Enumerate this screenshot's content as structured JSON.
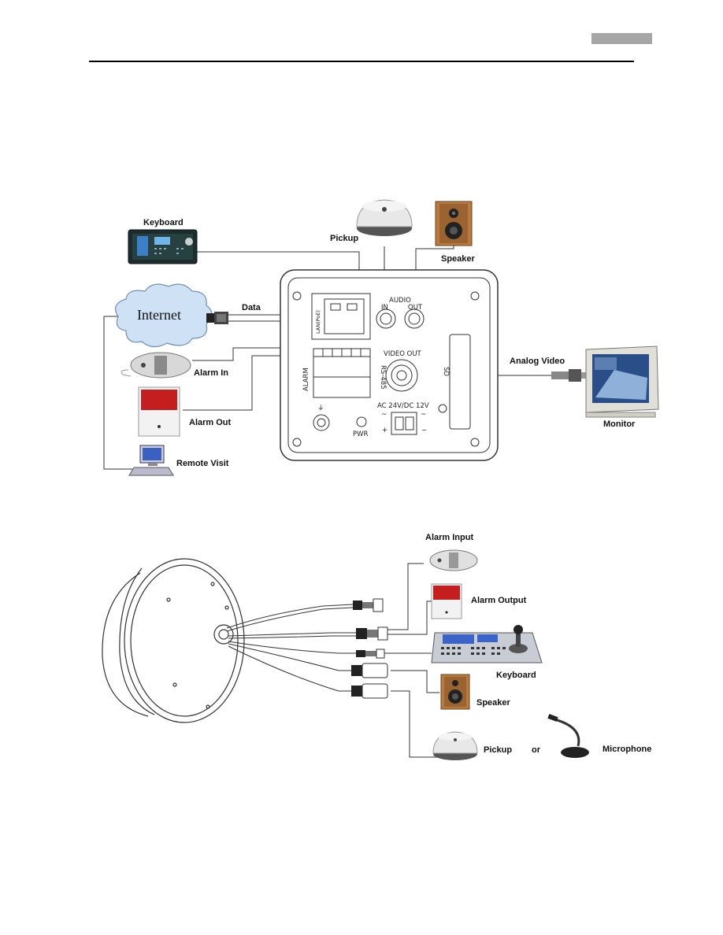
{
  "diagram1": {
    "keyboard": "Keyboard",
    "pickup": "Pickup",
    "speaker": "Speaker",
    "data": "Data",
    "internet": "Internet",
    "alarm_in": "Alarm In",
    "alarm_out": "Alarm Out",
    "remote_visit": "Remote Visit",
    "analog_video": "Analog Video",
    "monitor": "Monitor",
    "panel": {
      "audio": "AUDIO",
      "audio_in": "IN",
      "audio_out": "OUT",
      "lan": "LAN(PoE)",
      "video_out": "VIDEO OUT",
      "alarm": "ALARM",
      "rs485": "RS-485",
      "sd": "SD",
      "power": "AC 24V/DC 12V",
      "pwr": "PWR",
      "plus": "+",
      "minus": "−",
      "tilde1": "~",
      "tilde2": "~"
    }
  },
  "diagram2": {
    "alarm_input": "Alarm Input",
    "alarm_output": "Alarm Output",
    "keyboard": "Keyboard",
    "speaker": "Speaker",
    "pickup": "Pickup",
    "or": "or",
    "microphone": "Microphone"
  }
}
